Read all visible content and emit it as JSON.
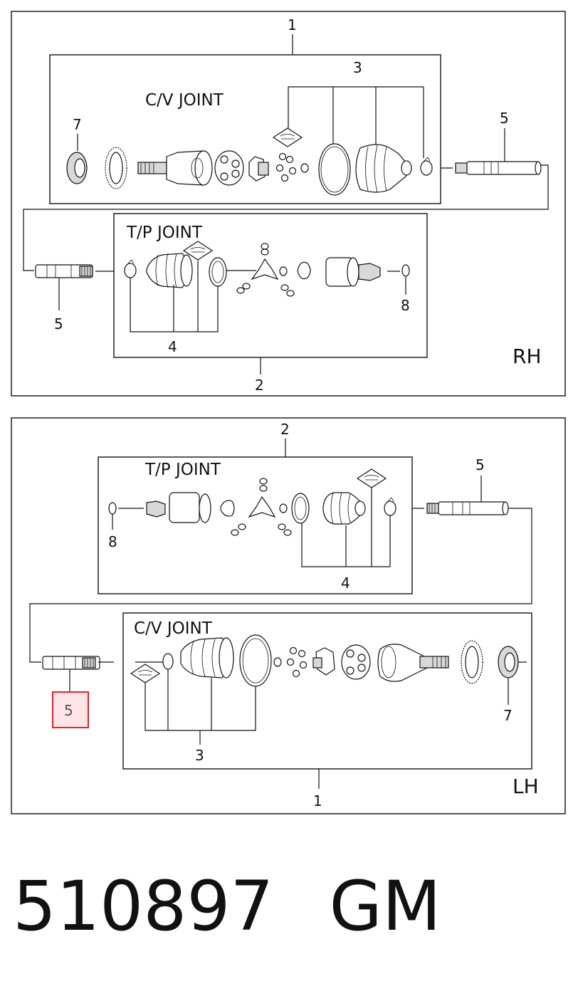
{
  "rh_panel": {
    "side_label": "RH",
    "cv_title": "C/V JOINT",
    "tp_title": "T/P JOINT",
    "callouts": {
      "assembly_cv": "1",
      "assembly_tp": "2",
      "boot_kit_cv": "3",
      "boot_kit_tp": "4",
      "shaft_top": "5",
      "shaft_bottom": "5",
      "ring": "7",
      "circlip": "8"
    }
  },
  "lh_panel": {
    "side_label": "LH",
    "cv_title": "C/V JOINT",
    "tp_title": "T/P JOINT",
    "callouts": {
      "assembly_tp": "2",
      "assembly_cv": "1",
      "boot_kit_cv": "3",
      "boot_kit_tp": "4",
      "shaft_top": "5",
      "shaft_highlighted": "5",
      "ring": "7",
      "circlip": "8"
    }
  },
  "footer": {
    "part_number": "510897",
    "brand": "GM"
  },
  "colors": {
    "highlight_border": "#e3242b",
    "highlight_fill": "#fde4e6",
    "line": "#111111"
  },
  "icons": [
    "grease-pack-icon"
  ]
}
